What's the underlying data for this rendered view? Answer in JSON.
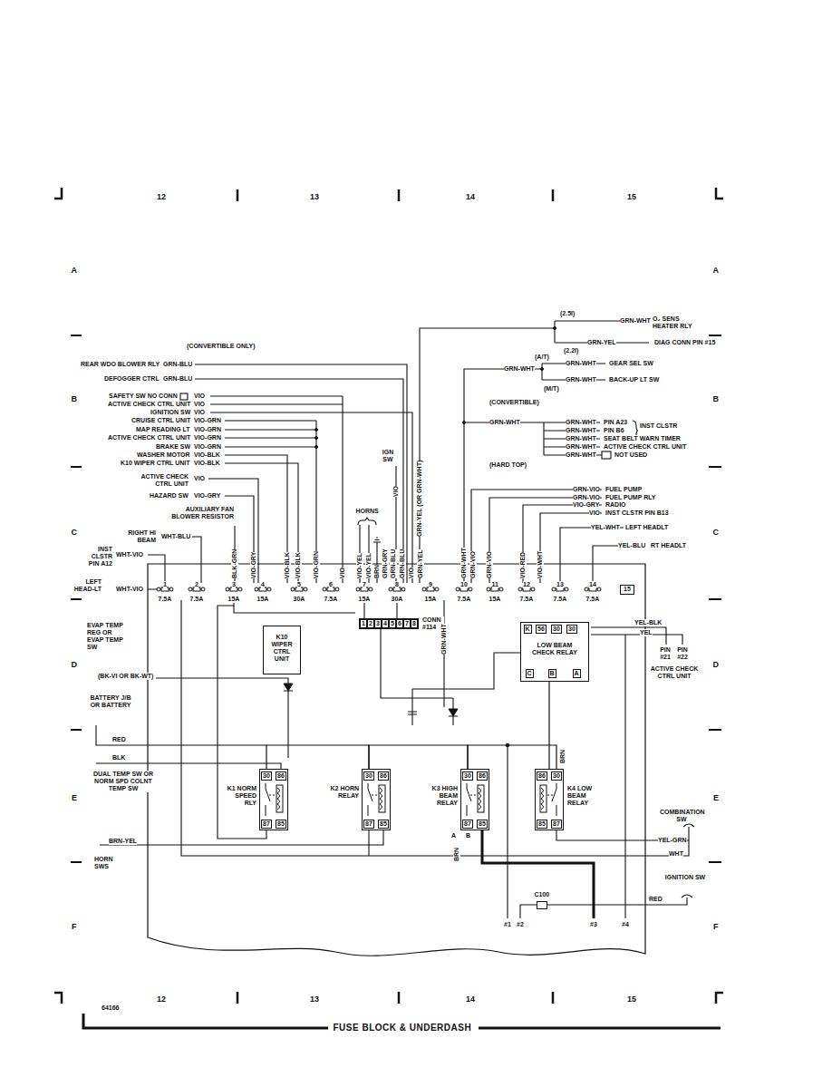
{
  "diagram": {
    "title": "FUSE BLOCK & UNDERDASH",
    "nodes": [
      {
        "text": [
          "15"
        ]
      },
      {
        "text": [
          "CONN #114"
        ]
      },
      {
        "text": [
          "1"
        ],
        "in": 1
      },
      {
        "text": [
          "2"
        ],
        "in": 1
      },
      {
        "text": [
          "3"
        ],
        "in": 1
      },
      {
        "text": [
          "4"
        ],
        "in": 1
      },
      {
        "text": [
          "5"
        ],
        "in": 1
      },
      {
        "text": [
          "6"
        ],
        "in": 1
      },
      {
        "text": [
          "7"
        ],
        "in": 1
      },
      {
        "text": [
          "8"
        ],
        "in": 1
      },
      {
        "text": [
          "K10 WIPER CTRL UNIT"
        ]
      },
      {
        "text": [
          "K",
          "56",
          "30",
          "30",
          "LOW BEAM CHECK RELAY",
          "C",
          "B",
          "A"
        ]
      },
      {
        "text": [
          "K1 NORM SPEED RLY",
          "30",
          "86",
          "87",
          "85"
        ]
      },
      {
        "text": [
          "K2 HORN RELAY",
          "30",
          "86",
          "87",
          "85"
        ]
      },
      {
        "text": [
          "K3 HIGH BEAM RELAY",
          "30",
          "86",
          "87",
          "85"
        ]
      },
      {
        "text": [
          "K4 LOW BEAM RELAY",
          "86",
          "30",
          "85",
          "87"
        ]
      },
      {
        "text": [
          "C100"
        ]
      }
    ],
    "edges": [
      {
        "from": 12,
        "to": 13,
        "arrow": "none"
      },
      {
        "from": 13,
        "to": 14,
        "arrow": "none"
      },
      {
        "from": 14,
        "to": 15,
        "arrow": "none"
      },
      {
        "from": 11,
        "to": 15,
        "arrow": "none"
      }
    ],
    "labels": [
      "12",
      "13",
      "14",
      "15",
      "A",
      "A",
      "B",
      "B",
      "C",
      "C",
      "D",
      "D",
      "E",
      "E",
      "F",
      "F",
      "(2.5I)",
      "GRN-WHT",
      "O₂ SENS HEATER RLY",
      "GRN-YEL",
      "DIAG CONN PIN #15",
      "(2.2I)",
      "(A/T)",
      "GRN-WHT",
      "GRN-WHT",
      "GEAR SEL SW",
      "GRN-WHT",
      "BACK-UP LT SW",
      "(M/T)",
      "(CONVERTIBLE ONLY)",
      "REAR WDO BLOWER RLY",
      "GRN-BLU",
      "DEFOGGER CTRL",
      "GRN-BLU",
      "SAFETY SW NO CONN",
      "VIO",
      "ACTIVE CHECK CTRL UNIT",
      "VIO",
      "IGNITION SW",
      "VIO",
      "CRUISE CTRL UNIT",
      "VIO-GRN",
      "MAP READING LT",
      "VIO-GRN",
      "ACTIVE CHECK CTRL UNIT",
      "VIO-GRN",
      "BRAKE SW",
      "VIO-GRN",
      "WASHER MOTOR",
      "VIO-BLK",
      "K10 WIPER CTRL UNIT",
      "VIO-BLK",
      "(CONVERTIBLE)",
      "GRN-WHT",
      "GRN-WHT",
      "PIN A23",
      "GRN-WHT",
      "PIN B6",
      "INST CLSTR",
      "GRN-WHT",
      "SEAT BELT WARN TIMER",
      "GRN-WHT",
      "ACTIVE CHECK CTRL UNIT",
      "GRN-WHT",
      "NOT USED",
      "IGN SW",
      "(HARD TOP)",
      "ACTIVE CHECK CTRL UNIT",
      "VIO",
      "GRN-VIO",
      "FUEL PUMP",
      "GRN-VIO",
      "FUEL PUMP RLY",
      "HAZARD SW",
      "VIO-GRY",
      "VIO-GRY",
      "RADIO",
      "VIO",
      "INST CLSTR PIN B13",
      "AUXILIARY FAN BLOWER RESISTOR",
      "HORNS",
      "VIO",
      "GRN-YEL (OR GRN-WHT)",
      "YEL-WHT",
      "LEFT HEADLT",
      "RIGHT HI BEAM",
      "WHT-BLU",
      "INST CLSTR PIN A12",
      "WHT-VIO",
      "YEL-BLU",
      "RT HEADLT",
      "BLK-GRN",
      "VIO-GRY",
      "VIO-BLK",
      "VIO-BLK",
      "VIO-GRN",
      "VIO",
      "VIO-YEL",
      "VIO-YEL",
      "BRN",
      "GRN-GRY",
      "GRN-BLU",
      "GRN-BLU",
      "VIO",
      "GRN-YEL",
      "GRN-WHT",
      "GRN-VIO",
      "GRN-VIO",
      "VIO-RED",
      "VIO-WHT",
      "1",
      "2",
      "3",
      "4",
      "5",
      "6",
      "7",
      "8",
      "9",
      "10",
      "11",
      "12",
      "13",
      "14",
      "7.5A",
      "7.5A",
      "15A",
      "15A",
      "30A",
      "7.5A",
      "15A",
      "30A",
      "15A",
      "7.5A",
      "15A",
      "7.5A",
      "7.5A",
      "7.5A",
      "LEFT HEAD-LT",
      "WHT-VIO",
      "YEL-BLK",
      "YEL",
      "EVAP TEMP REG OR EVAP TEMP SW",
      "PIN #21",
      "PIN #22",
      "ACTIVE CHECK CTRL UNIT",
      "GRN-WHT",
      "(BK-VI OR BK-WT)",
      "BATTERY J/B OR BATTERY",
      "RED",
      "BRN",
      "BLK",
      "DUAL TEMP SW OR NORM SPD COLNT TEMP SW",
      "COMBINATION SW",
      "YEL-GRN",
      "BRN-YEL",
      "A",
      "B",
      "BRN",
      "WHT",
      "HORN SWS",
      "IGNITION SW",
      "RED",
      "#1",
      "#2",
      "#3",
      "#4",
      "12",
      "13",
      "14",
      "15",
      "64166"
    ]
  }
}
